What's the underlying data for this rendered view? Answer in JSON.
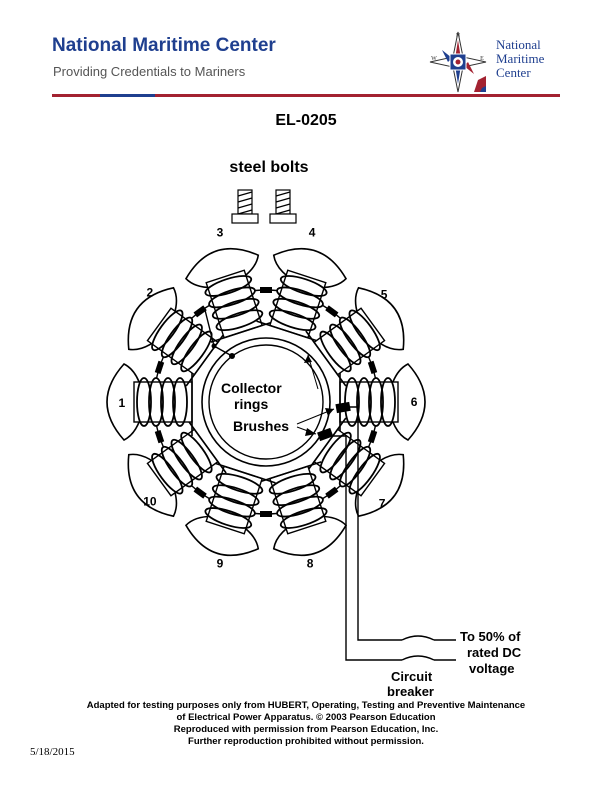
{
  "header": {
    "org_name": "National Maritime Center",
    "tagline": "Providing Credentials to Mariners",
    "logo_text": [
      "National",
      "Maritime",
      "Center"
    ],
    "logo_compass_letters": {
      "n": "N",
      "w": "W",
      "e": "E"
    }
  },
  "document": {
    "code": "EL-0205"
  },
  "diagram": {
    "labels": {
      "steel_bolts": "steel bolts",
      "collector_rings_1": "Collector",
      "collector_rings_2": "rings",
      "brushes": "Brushes",
      "supply_1": "To 50% of",
      "supply_2": "rated DC",
      "supply_3": "voltage",
      "breaker_1": "Circuit",
      "breaker_2": "breaker"
    },
    "pole_numbers": [
      "1",
      "2",
      "3",
      "4",
      "5",
      "6",
      "7",
      "8",
      "9",
      "10"
    ]
  },
  "footer": {
    "lines": [
      "Adapted for testing purposes only from HUBERT, Operating, Testing and Preventive Maintenance",
      "of Electrical Power Apparatus. © 2003 Pearson Education",
      "Reproduced with permission from Pearson Education, Inc.",
      "Further reproduction prohibited without permission."
    ],
    "date": "5/18/2015"
  },
  "colors": {
    "brand_blue": "#1f3f8f",
    "brand_red": "#a32231",
    "tagline_gray": "#555555"
  }
}
